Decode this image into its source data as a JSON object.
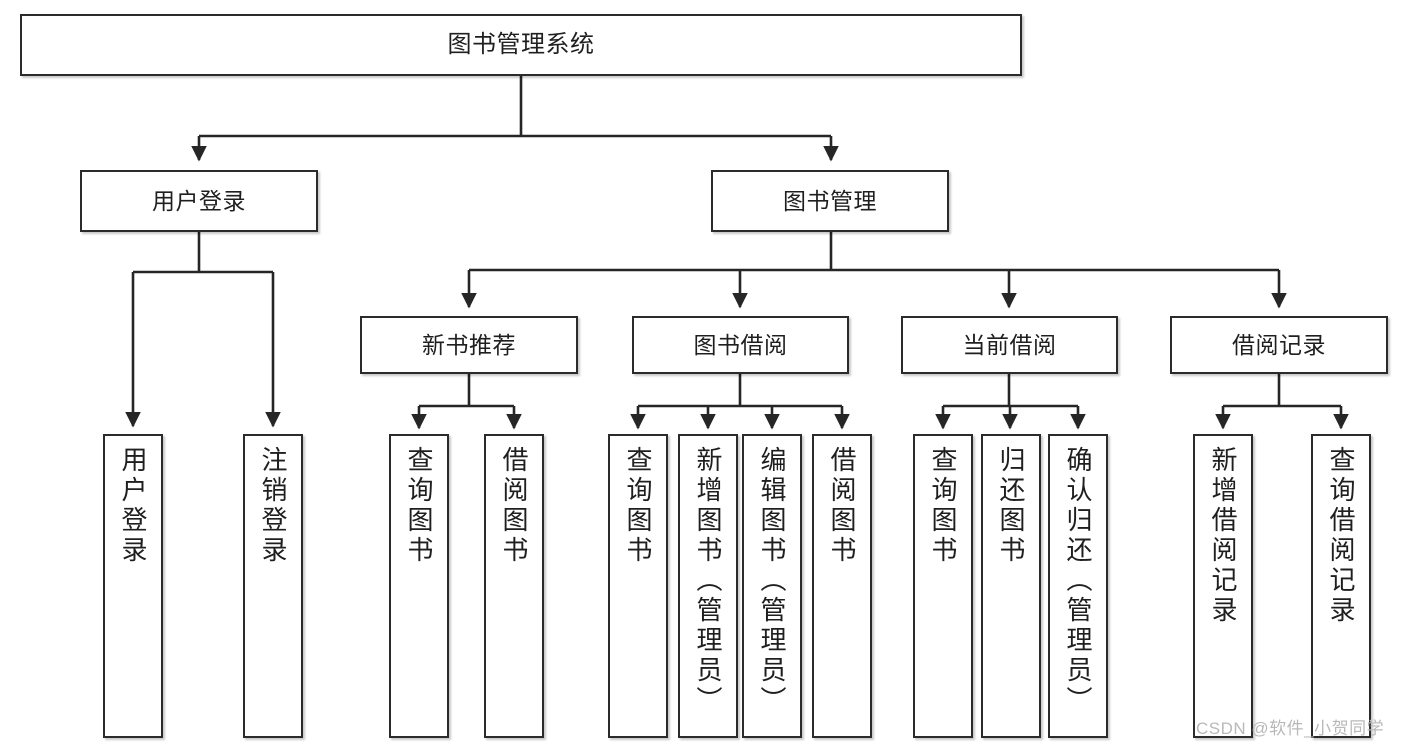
{
  "diagram": {
    "title": "图书管理系统",
    "type": "tree",
    "watermark": "CSDN @软件_小贺同学",
    "colors": {
      "box_border": "#2b2b2b",
      "box_fill": "#ffffff",
      "edge": "#262626",
      "text": "#1f1f1f",
      "watermark": "#b9b9b9"
    },
    "nodes": {
      "root": {
        "label": "图书管理系统"
      },
      "level2": [
        {
          "id": "user-login",
          "label": "用户登录"
        },
        {
          "id": "book-management",
          "label": "图书管理"
        }
      ],
      "level3": [
        {
          "id": "new-book-recommend",
          "label": "新书推荐"
        },
        {
          "id": "book-borrow",
          "label": "图书借阅"
        },
        {
          "id": "current-borrow",
          "label": "当前借阅"
        },
        {
          "id": "borrow-record",
          "label": "借阅记录"
        }
      ],
      "leaves": {
        "user-login": [
          {
            "id": "leaf-user-login",
            "label": "用户登录"
          },
          {
            "id": "leaf-logout-login",
            "label": "注销登录"
          }
        ],
        "new-book-recommend": [
          {
            "id": "leaf-query-book-1",
            "label": "查询图书"
          },
          {
            "id": "leaf-borrow-book-1",
            "label": "借阅图书"
          }
        ],
        "book-borrow": [
          {
            "id": "leaf-query-book-2",
            "label": "查询图书"
          },
          {
            "id": "leaf-add-book-admin",
            "label": "新增图书（管理员）"
          },
          {
            "id": "leaf-edit-book-admin",
            "label": "编辑图书（管理员）"
          },
          {
            "id": "leaf-borrow-book-2",
            "label": "借阅图书"
          }
        ],
        "current-borrow": [
          {
            "id": "leaf-query-book-3",
            "label": "查询图书"
          },
          {
            "id": "leaf-return-book",
            "label": "归还图书"
          },
          {
            "id": "leaf-confirm-return-admin",
            "label": "确认归还（管理员）"
          }
        ],
        "borrow-record": [
          {
            "id": "leaf-add-borrow-record",
            "label": "新增借阅记录"
          },
          {
            "id": "leaf-query-borrow-record",
            "label": "查询借阅记录"
          }
        ]
      }
    }
  }
}
